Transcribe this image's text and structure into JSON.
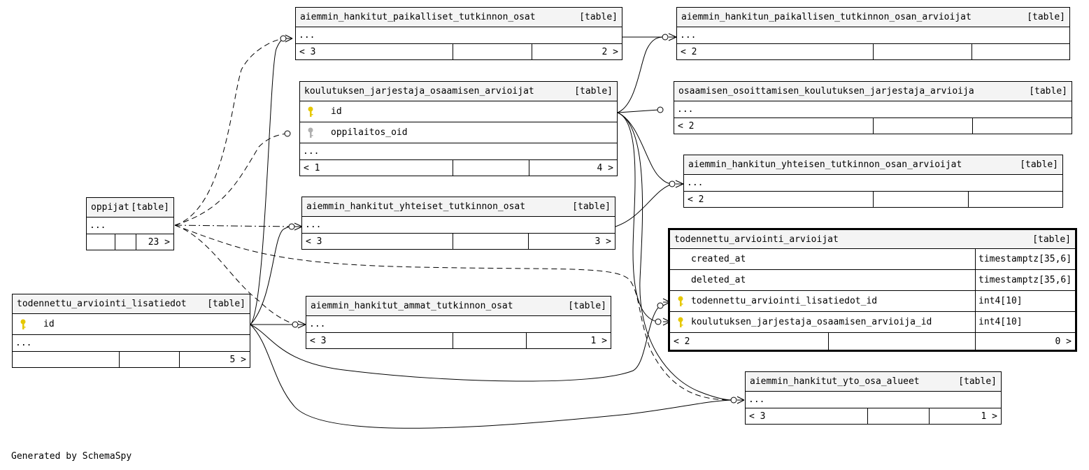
{
  "tables": {
    "oppijat": {
      "name": "oppijat",
      "tag": "[table]",
      "ellipsis": "...",
      "footer": [
        "",
        "",
        "23 >"
      ]
    },
    "todennettu_arviointi_lisatiedot": {
      "name": "todennettu_arviointi_lisatiedot",
      "tag": "[table]",
      "col_id": "id",
      "ellipsis": "...",
      "footer": [
        "",
        "",
        "5 >"
      ]
    },
    "aiemmin_hankitut_paikalliset_tutkinnon_osat": {
      "name": "aiemmin_hankitut_paikalliset_tutkinnon_osat",
      "tag": "[table]",
      "ellipsis": "...",
      "footer": [
        "< 3",
        "",
        "2 >"
      ]
    },
    "koulutuksen_jarjestaja_osaamisen_arvioijat": {
      "name": "koulutuksen_jarjestaja_osaamisen_arvioijat",
      "tag": "[table]",
      "col_id": "id",
      "col_oid": "oppilaitos_oid",
      "ellipsis": "...",
      "footer": [
        "< 1",
        "",
        "4 >"
      ]
    },
    "aiemmin_hankitut_yhteiset_tutkinnon_osat": {
      "name": "aiemmin_hankitut_yhteiset_tutkinnon_osat",
      "tag": "[table]",
      "ellipsis": "...",
      "footer": [
        "< 3",
        "",
        "3 >"
      ]
    },
    "aiemmin_hankitut_ammat_tutkinnon_osat": {
      "name": "aiemmin_hankitut_ammat_tutkinnon_osat",
      "tag": "[table]",
      "ellipsis": "...",
      "footer": [
        "< 3",
        "",
        "1 >"
      ]
    },
    "aiemmin_hankitun_paikallisen_tutkinnon_osan_arvioijat": {
      "name": "aiemmin_hankitun_paikallisen_tutkinnon_osan_arvioijat",
      "tag": "[table]",
      "ellipsis": "...",
      "footer": [
        "< 2",
        "",
        ""
      ]
    },
    "osaamisen_osoittamisen_koulutuksen_jarjestaja_arvioija": {
      "name": "osaamisen_osoittamisen_koulutuksen_jarjestaja_arvioija",
      "tag": "[table]",
      "ellipsis": "...",
      "footer": [
        "< 2",
        "",
        ""
      ]
    },
    "aiemmin_hankitun_yhteisen_tutkinnon_osan_arvioijat": {
      "name": "aiemmin_hankitun_yhteisen_tutkinnon_osan_arvioijat",
      "tag": "[table]",
      "ellipsis": "...",
      "footer": [
        "< 2",
        "",
        ""
      ]
    },
    "todennettu_arviointi_arvioijat": {
      "name": "todennettu_arviointi_arvioijat",
      "tag": "[table]",
      "columns": [
        {
          "name": "created_at",
          "type": "timestamptz[35,6]"
        },
        {
          "name": "deleted_at",
          "type": "timestamptz[35,6]"
        },
        {
          "name": "todennettu_arviointi_lisatiedot_id",
          "type": "int4[10]"
        },
        {
          "name": "koulutuksen_jarjestaja_osaamisen_arvioija_id",
          "type": "int4[10]"
        }
      ],
      "footer": [
        "< 2",
        "",
        "0 >"
      ]
    },
    "aiemmin_hankitut_yto_osa_alueet": {
      "name": "aiemmin_hankitut_yto_osa_alueet",
      "tag": "[table]",
      "ellipsis": "...",
      "footer": [
        "< 3",
        "",
        "1 >"
      ]
    }
  },
  "icons": {
    "primary_key": "key-icon",
    "indexed": "key-icon-gray"
  },
  "colors": {
    "key": "#e6c800",
    "key_gray": "#b0b0b0",
    "header_bg": "#f4f4f4"
  },
  "caption": "Generated by SchemaSpy"
}
